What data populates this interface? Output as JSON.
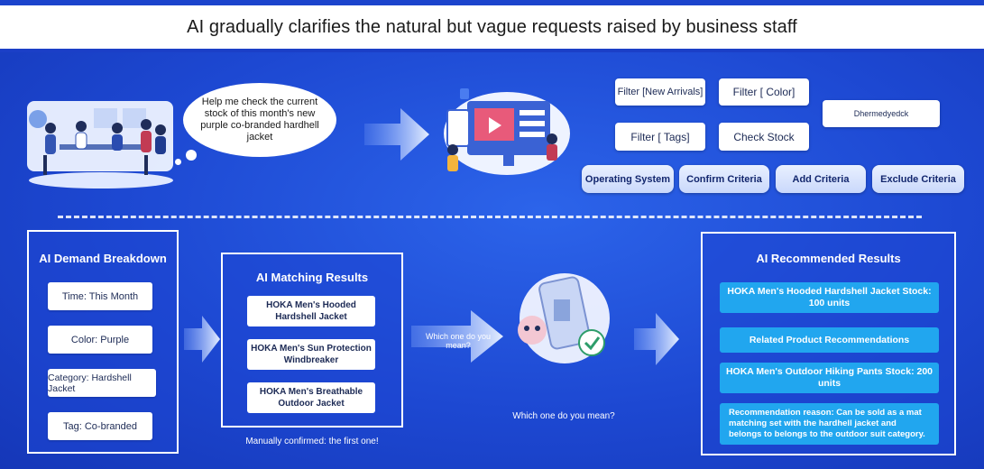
{
  "title": "AI gradually clarifies the natural but vague requests raised by business staff",
  "speech_bubble": "Help me check the current stock of this month's new purple co-branded hardhell jacket",
  "filter_buttons": [
    "Filter [New Arrivals]",
    "Filter [ Color]",
    "Filter [ Tags]",
    "Check Stock",
    "Dhermedyedck"
  ],
  "operation_buttons": [
    "Operating System",
    "Confirm Criteria",
    "Add Criteria",
    "Exclude Criteria"
  ],
  "breakdown": {
    "title": "AI Demand Breakdown",
    "items": [
      "Time: This Month",
      "Color: Purple",
      "Category: Hardshell Jacket",
      "Tag: Co-branded"
    ]
  },
  "matching": {
    "title": "AI Matching Results",
    "items": [
      "HOKA Men's Hooded Hardshell Jacket",
      "HOKA Men's Sun Protection Windbreaker",
      "HOKA Men's Breathable Outdoor Jacket"
    ],
    "caption": "Manually confirmed: the first one!"
  },
  "middle": {
    "arrow_label": "Which one do you mean?",
    "caption": "Which one do you mean?"
  },
  "recommended": {
    "title": "AI Recommended Results",
    "items": [
      "HOKA Men's Hooded Hardshell Jacket Stock: 100 units",
      "Related Product Recommendations",
      "HOKA Men's Outdoor Hiking Pants Stock: 200 units",
      "Recommendation reason: Can be sold as a mat matching set with the hardhell jacket and belongs to belongs to the outdoor suit category."
    ]
  },
  "colors": {
    "background": "#1f4fd6",
    "recommended_box": "#21a6ef",
    "panel_border": "#ffffff"
  }
}
